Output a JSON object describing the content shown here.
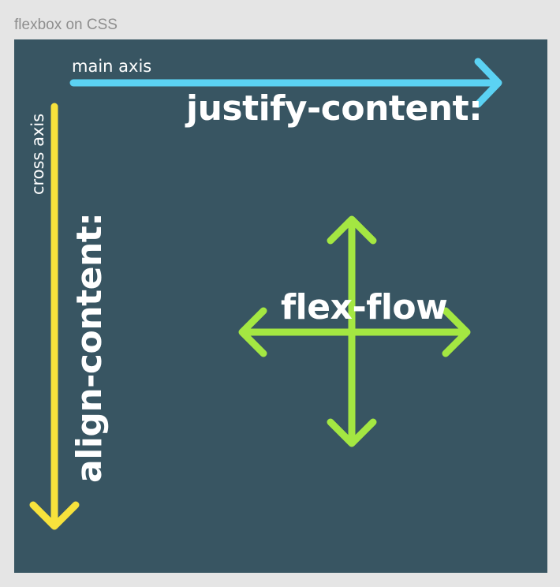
{
  "frame": {
    "title": "flexbox on CSS"
  },
  "colors": {
    "background": "#385562",
    "main_axis": "#5bd2f3",
    "cross_axis": "#f7e23c",
    "flex_flow": "#a4e742",
    "text": "#ffffff"
  },
  "labels": {
    "main_axis": "main axis",
    "cross_axis": "cross axis",
    "justify_content": "justify-content:",
    "align_content": "align-content:",
    "flex_flow": "flex-flow"
  }
}
